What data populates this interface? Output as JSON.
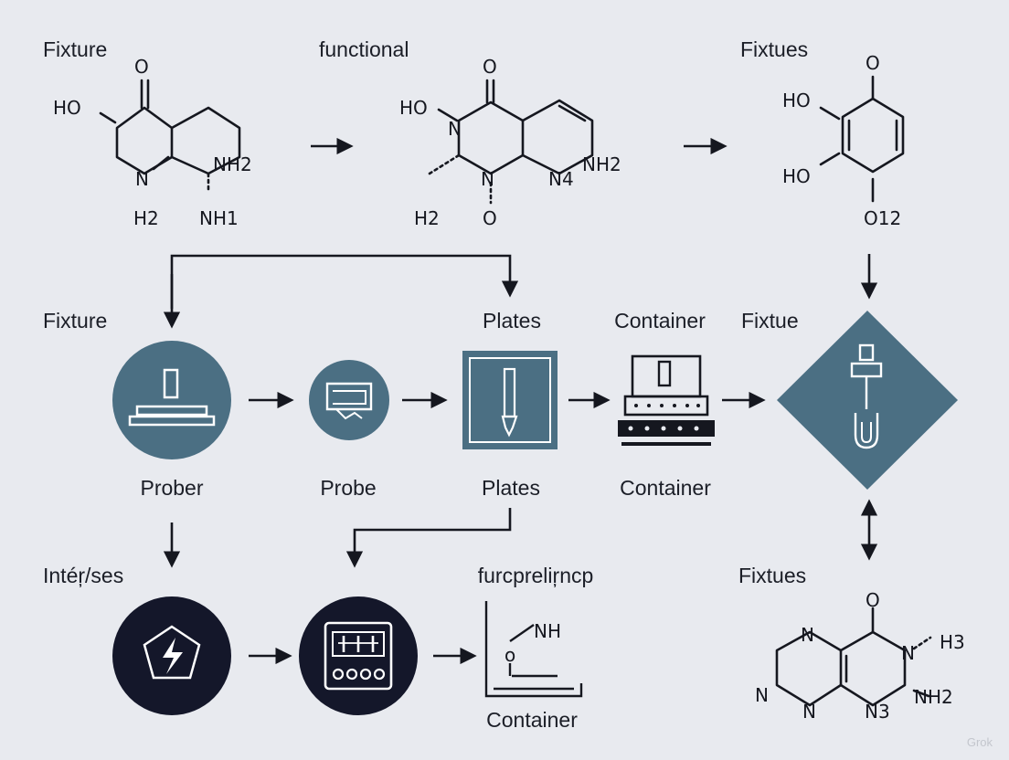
{
  "molecules": {
    "m1": {
      "title": "Fixture",
      "atoms": [
        "O",
        "HO",
        "N",
        "NH2",
        "H2",
        "NH1"
      ]
    },
    "m2": {
      "title": "functional",
      "atoms": [
        "O",
        "HO",
        "N",
        "N",
        "NH2",
        "N4",
        "H2",
        "O"
      ]
    },
    "m3": {
      "title": "Fixtues",
      "atoms": [
        "O",
        "HO",
        "HO",
        "O12"
      ]
    },
    "m4": {
      "title": "Fixtues",
      "atoms": [
        "O",
        "N",
        "N",
        "H3",
        "N",
        "N",
        "N3",
        "NH2"
      ]
    }
  },
  "row2": {
    "fixture": {
      "top": "Fixture",
      "bottom": "Prober"
    },
    "probe": {
      "bottom": "Probe"
    },
    "plates": {
      "top": "Plates",
      "bottom": "Plates"
    },
    "container": {
      "top": "Container",
      "bottom": "Container"
    },
    "fixtue": {
      "top": "Fixtue"
    }
  },
  "row3": {
    "interfaces": {
      "top": "Intéŗ/ses"
    },
    "panel": {},
    "beaker": {
      "top": "furcpreliŗncp",
      "bottom": "Container",
      "formula": "NH",
      "node": "o"
    }
  },
  "watermark": "Grok",
  "colors": {
    "teal": "#4b6f83",
    "navy": "#14172a",
    "ink": "#15171f",
    "bg": "#e8eaef"
  }
}
